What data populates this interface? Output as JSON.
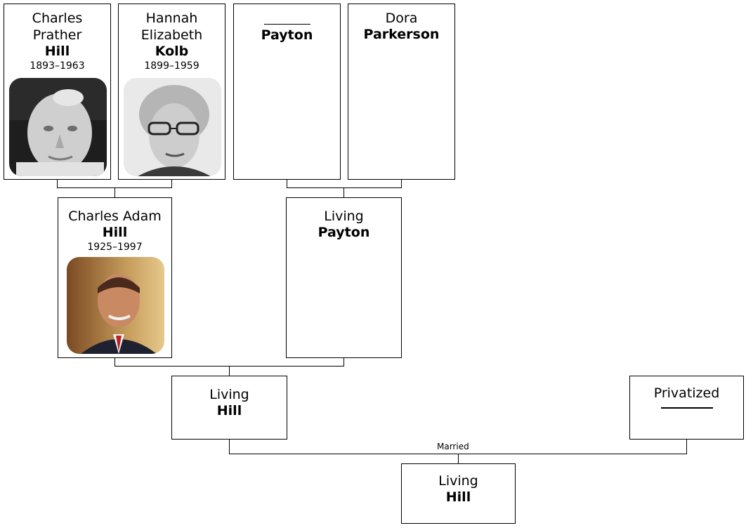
{
  "people": {
    "gf_paternal": {
      "given": "Charles Prather",
      "surname": "Hill",
      "years": "1893–1963",
      "photo": "portrait-photo-elderly-man"
    },
    "gm_paternal": {
      "given": "Hannah Elizabeth",
      "surname": "Kolb",
      "years": "1899–1959",
      "photo": "portrait-photo-elderly-woman-glasses"
    },
    "gf_maternal": {
      "given": "",
      "surname": "Payton"
    },
    "gm_maternal": {
      "given": "Dora",
      "surname": "Parkerson"
    },
    "father": {
      "given": "Charles Adam",
      "surname": "Hill",
      "years": "1925–1997",
      "photo": "portrait-photo-man-suit"
    },
    "mother": {
      "given": "Living",
      "surname": "Payton"
    },
    "self": {
      "given": "Living",
      "surname": "Hill"
    },
    "spouse": {
      "given": "Privatized",
      "surname": ""
    },
    "child": {
      "given": "Living",
      "surname": "Hill"
    }
  },
  "labels": {
    "married": "Married"
  },
  "colors": {
    "border": "#000000",
    "background": "#ffffff"
  }
}
